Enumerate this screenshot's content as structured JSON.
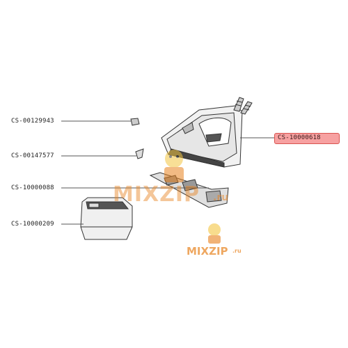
{
  "parts": [
    {
      "id": "p1",
      "code": "CS-00129943"
    },
    {
      "id": "p2",
      "code": "CS-00147577"
    },
    {
      "id": "p3",
      "code": "CS-10000088"
    },
    {
      "id": "p4",
      "code": "CS-10000209"
    },
    {
      "id": "p5",
      "code": "CS-10000618",
      "highlighted": true
    }
  ],
  "watermark": {
    "large_text": "MIXZIP",
    "large_suffix": ".ru",
    "small_text": "MIXZIP",
    "small_suffix": ".ru"
  },
  "colors": {
    "highlight_fill": "#f7a1a1",
    "highlight_border": "#d9534f",
    "watermark_orange": "#e8821e",
    "line_art": "#333333"
  }
}
